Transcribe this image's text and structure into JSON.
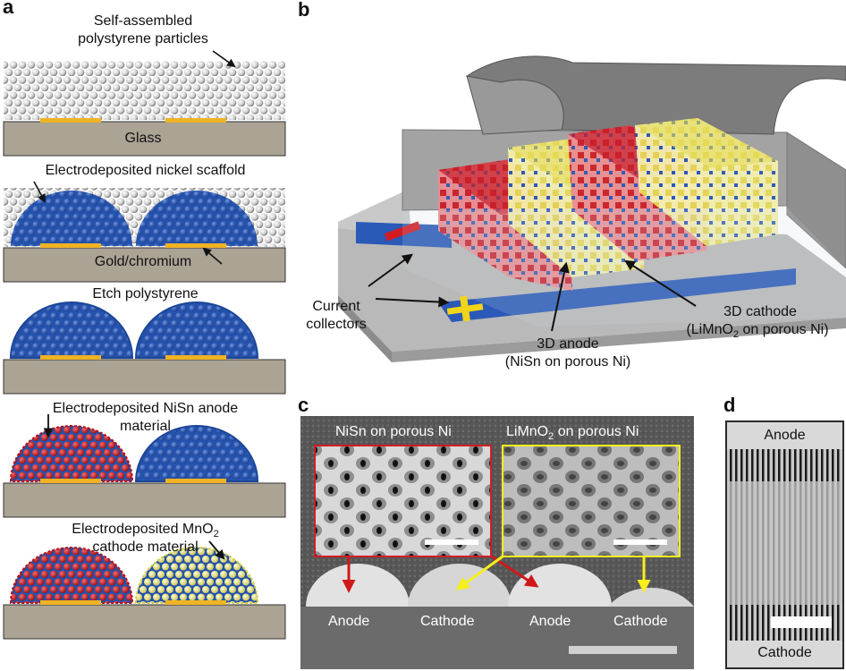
{
  "panels": {
    "a": "a",
    "b": "b",
    "c": "c",
    "d": "d"
  },
  "panel_a": {
    "step1": "Self-assembled\npolystyrene particles",
    "glass": "Glass",
    "step2": "Electrodeposited nickel scaffold",
    "gold": "Gold/chromium",
    "step3": "Etch polystyrene",
    "step4a": "Electrodeposited NiSn anode",
    "step4b": "material",
    "step5a": "Electrodeposited MnO",
    "step5a_sub": "2",
    "step5b": "cathode material"
  },
  "panel_b": {
    "current_collectors_1": "Current",
    "current_collectors_2": "collectors",
    "anode_1": "3D anode",
    "anode_2": "(NiSn on porous Ni)",
    "cathode_1": "3D cathode",
    "cathode_2_pre": "(LiMnO",
    "cathode_2_sub": "2",
    "cathode_2_post": " on porous Ni)"
  },
  "panel_c": {
    "inset1": "NiSn on porous Ni",
    "inset2_pre": "LiMnO",
    "inset2_sub": "2",
    "inset2_post": " on porous Ni",
    "labels": [
      "Anode",
      "Cathode",
      "Anode",
      "Cathode"
    ]
  },
  "panel_d": {
    "top": "Anode",
    "bottom": "Cathode"
  },
  "colors": {
    "substrate": "#aba394",
    "gold": "#f0b323",
    "nickel": "#2a59b8",
    "anode": "#c8202a",
    "cathode": "#f1ec9c",
    "particle": "#e6e6e6"
  }
}
